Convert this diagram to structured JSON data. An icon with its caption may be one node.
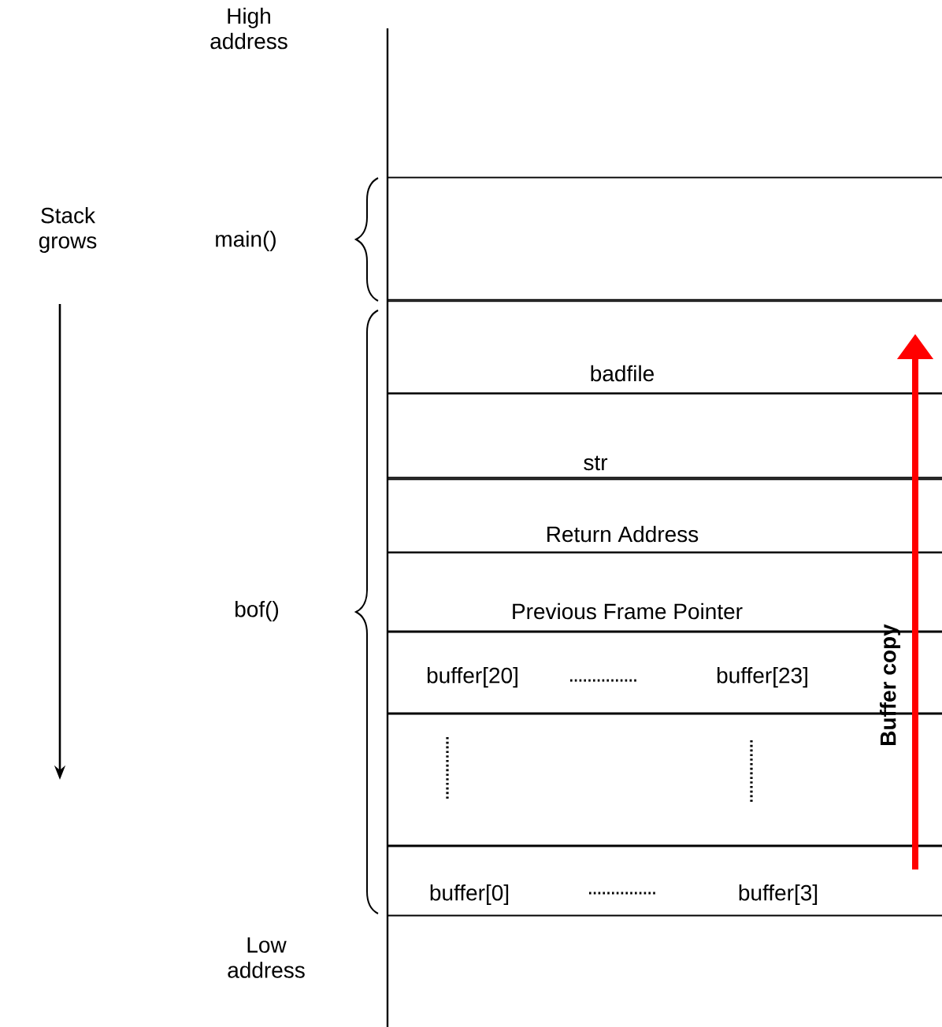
{
  "diagram": {
    "nodes": [
      {
        "text": [],
        "shape": "box"
      },
      {
        "text": [
          "badfile"
        ]
      },
      {
        "text": [
          "str"
        ]
      },
      {
        "text": [
          "Return Address"
        ]
      },
      {
        "text": [
          "Previous Frame Pointer"
        ]
      },
      {
        "text": [
          "buffer[20]",
          "buffer[23]"
        ]
      },
      {
        "text": [],
        "shape": "box"
      },
      {
        "text": [
          "buffer[0]",
          "buffer[3]"
        ]
      }
    ],
    "edges": [],
    "labels": [
      "High address",
      "Stack grows",
      "main()",
      "bof()",
      "Buffer copy",
      "Low address"
    ]
  }
}
